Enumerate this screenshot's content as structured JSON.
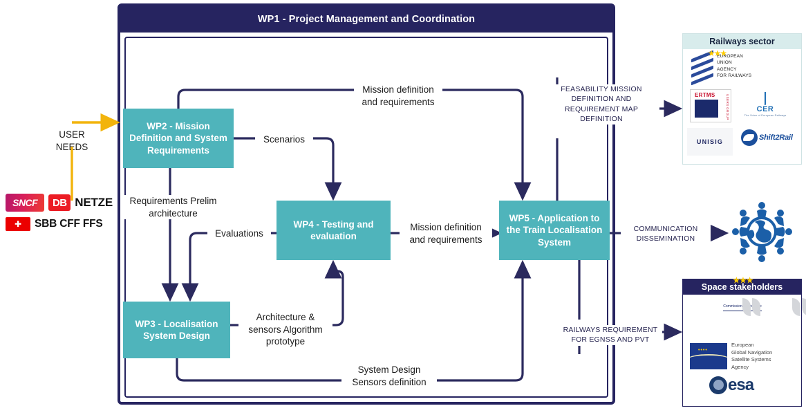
{
  "diagram": {
    "title": "WP1 - Project Management and Coordination",
    "colors": {
      "navy": "#262460",
      "teal": "#4fb4bb",
      "light_teal_header": "#d8ecec",
      "user_needs_arrow": "#f2b40c",
      "stakeholder_blue": "#1b5fa8"
    }
  },
  "workpackages": [
    {
      "id": "wp2",
      "label": "WP2 - Mission Definition and System Requirements"
    },
    {
      "id": "wp3",
      "label": "WP3 - Localisation System Design"
    },
    {
      "id": "wp4",
      "label": "WP4 - Testing and evaluation"
    },
    {
      "id": "wp5",
      "label": "WP5 - Application to the Train Localisation System"
    }
  ],
  "flow_labels": {
    "mission_top": "Mission definition and requirements",
    "scenarios": "Scenarios",
    "requirements_prelim": "Requirements Prelim architecture",
    "evaluations": "Evaluations",
    "mission_mid": "Mission definition and requirements",
    "architecture_sensors": "Architecture & sensors Algorithm prototype",
    "system_design": "System Design Sensors definition"
  },
  "output_labels": {
    "feasability": "FEASABILITY MISSION DEFINITION AND REQUIREMENT MAP DEFINITION",
    "communication": "COMMUNICATION DISSEMINATION",
    "railways_requirement": "RAILWAYS REQUIREMENT FOR EGNSS AND PVT"
  },
  "input": {
    "user_needs": "USER NEEDS",
    "operators": [
      {
        "name": "SNCF",
        "text": "SNCF"
      },
      {
        "name": "DB Netze",
        "mark": "DB",
        "text": "NETZE"
      },
      {
        "name": "SBB CFF FFS",
        "text": "SBB CFF FFS"
      }
    ]
  },
  "panels": {
    "railways": {
      "title": "Railways sector",
      "logos": [
        {
          "name": "european-union-agency-for-railways",
          "lines": [
            "EUROPEAN",
            "UNION",
            "AGENCY",
            "FOR RAILWAYS"
          ]
        },
        {
          "name": "ertms",
          "text": "ERTMS",
          "side_text": "USERS GROUP"
        },
        {
          "name": "cer",
          "text": "CER",
          "sub": "The Voice of European Railways"
        },
        {
          "name": "unisig",
          "text": "UNISIG"
        },
        {
          "name": "shift2rail",
          "text": "Shift",
          "accent": "2",
          "tail": "Rail"
        }
      ]
    },
    "space": {
      "title": "Space stakeholders",
      "logos": [
        {
          "name": "european-commission",
          "caption": "Commission européenne"
        },
        {
          "name": "gsa",
          "lines": [
            "European",
            "Global Navigation",
            "Satellite Systems",
            "Agency"
          ],
          "initials": [
            "E",
            "G",
            "S",
            "A"
          ]
        },
        {
          "name": "esa",
          "text": "esa"
        }
      ]
    }
  }
}
